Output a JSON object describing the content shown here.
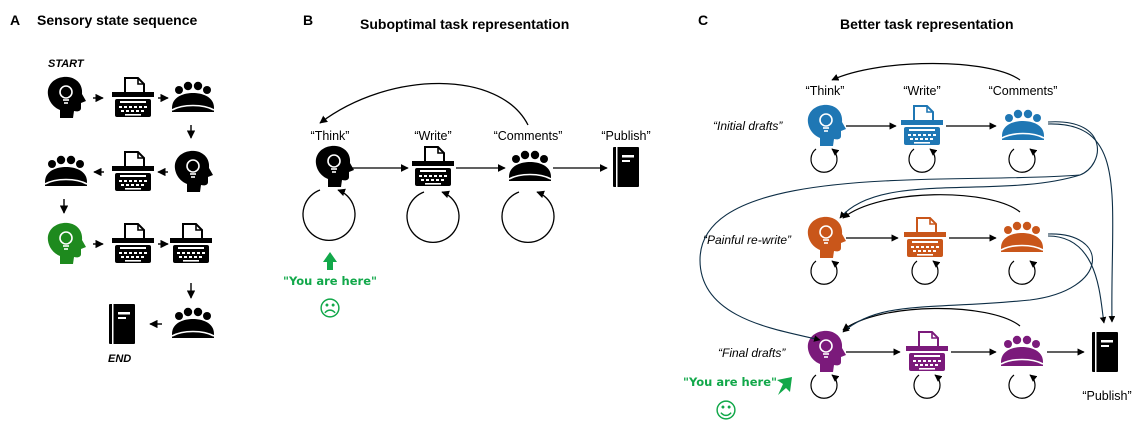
{
  "panels": {
    "a": {
      "letter": "A",
      "title": "Sensory state sequence",
      "start_label": "START",
      "end_label": "END"
    },
    "b": {
      "letter": "B",
      "title": "Suboptimal task representation",
      "nodes": {
        "think": "“Think”",
        "write": "“Write”",
        "comments": "“Comments”",
        "publish": "“Publish”"
      },
      "you_are_here": "\"You are here\"",
      "emoji": "☹"
    },
    "c": {
      "letter": "C",
      "title": "Better task representation",
      "nodes": {
        "think": "“Think”",
        "write": "“Write”",
        "comments": "“Comments”",
        "publish": "“Publish”"
      },
      "rows": {
        "initial": "“Initial drafts”",
        "painful": "“Painful re-write”",
        "final": "“Final drafts”"
      },
      "you_are_here": "\"You are here\"",
      "emoji": "☺"
    }
  },
  "colors": {
    "black": "#000000",
    "green": "#1e8a1e",
    "here_green": "#12a84a",
    "blue": "#1f77b4",
    "orange": "#c9561a",
    "purple": "#7b1a7b"
  },
  "icons": [
    "head-lightbulb-icon",
    "typewriter-icon",
    "audience-icon",
    "book-icon"
  ]
}
